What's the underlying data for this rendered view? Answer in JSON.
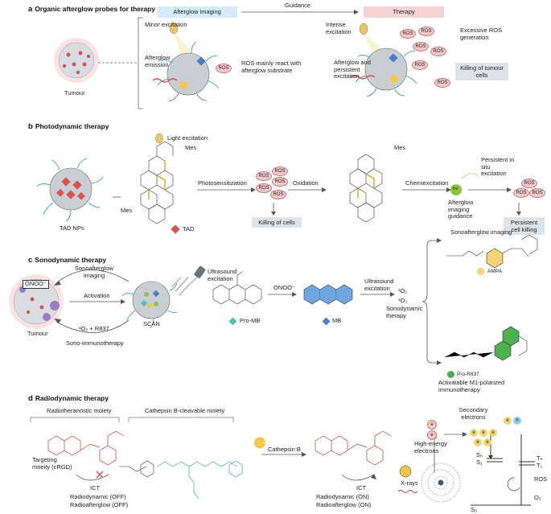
{
  "colors": {
    "teal": "#3a9fb5",
    "red": "#d9534f",
    "ros_fill": "#f4c9c9",
    "gray_box": "#dde3e8",
    "blue_pill": "#d4ecf7",
    "pink_pill": "#f6d3d3",
    "gold": "#d9a520"
  },
  "a": {
    "letter": "a",
    "title": "Organic afterglow probes for therapy",
    "tumour": "Tumour",
    "imaging_pill": "Afterglow imaging",
    "guidance": "Guidance",
    "therapy_pill": "Therapy",
    "minor": "Minor excitation",
    "afterglow_emission": "Afterglow emission",
    "ros_react": "ROS mainly react with afterglow substrate",
    "intense": "Intense excitation",
    "excessive": "Excessive ROS generation",
    "persistent": "Afterglow and persistent excitation",
    "killing": "Killing of tumour cells",
    "ros": "ROS"
  },
  "b": {
    "letter": "b",
    "title": "Photodynamic therapy",
    "light": "Light excitation",
    "tad_nps": "TAD NPs",
    "tad": "TAD",
    "photosens": "Photosensitization",
    "oxidation": "Oxidation",
    "chemiex": "Chemiexcitation",
    "killing_cells": "Killing of cells",
    "persistent_insitu": "Persistent in situ excitation",
    "guidance": "Afterglow imaging guidance",
    "persistent_kill": "Persistent cell killing",
    "mes": "Mes",
    "ros": "ROS",
    "hv": "hν"
  },
  "c": {
    "letter": "c",
    "title": "Sonodynamic therapy",
    "onoo_box": "ONOO⁻",
    "tumour": "Tumour",
    "scan": "SCAN",
    "sonoafterglow_imaging": "Sonoafterglow imaging",
    "activation": "Activation",
    "o2_r837": "¹O₂ + R837",
    "sono_immuno": "Sono-immunotherapy",
    "ultrasound_exc": "Ultrasound excitation",
    "onoo": "ONOO⁻",
    "pro_mb": "Pro-MB",
    "mb": "MB",
    "ultrasound2": "Ultrasound excitation",
    "o2a": "¹O₂",
    "o2b": "¹O₂",
    "sonodynamic": "Sonodynamic therapy",
    "sono_imaging_right": "Sonoafterglow imaging",
    "ampa": "AMPA",
    "pro_r837": "Pro-R837",
    "activatable": "Activatable M1-polarized immunotherapy"
  },
  "d": {
    "letter": "d",
    "title": "Radiodynamic therapy",
    "radiotheranostic": "Radiotheranostic moiety",
    "cathepsin_cleavable": "Cathepsin B-cleavable moiety",
    "targeting": "Targeting moeity (cRGD)",
    "ict_left": "ICT",
    "off1": "Radiodynamic (OFF)",
    "off2": "Radioafterglow (OFF)",
    "cathepsin_b": "Cathepsin B",
    "ict_right": "ICT",
    "on1": "Radiodynamic (ON)",
    "on2": "Radioafterglow (ON)",
    "secondary": "Secondary electrons",
    "high_energy": "High-energy electrons",
    "xrays": "X-rays",
    "ros": "ROS",
    "o2": "O₂",
    "s0": "S₀",
    "sn": "Sₙ",
    "s1": "S₁",
    "tn": "Tₙ",
    "t1": "T₁",
    "e": "e",
    "h": "h"
  }
}
